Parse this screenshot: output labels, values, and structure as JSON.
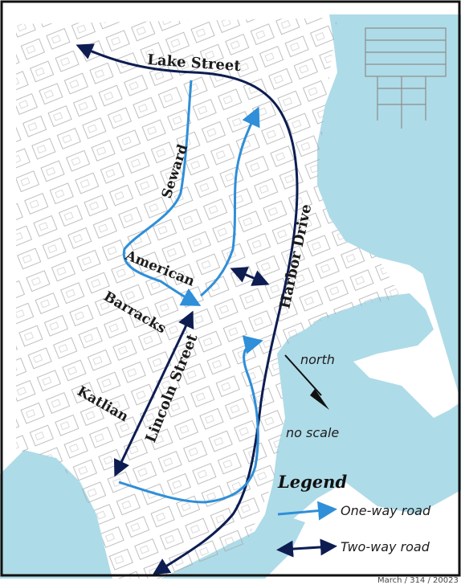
{
  "streets": {
    "lake": "Lake Street",
    "seward": "Seward",
    "american": "American",
    "barracks": "Barracks",
    "katlian": "Katlian",
    "lincoln": "Lincoln Street",
    "harbor": "Harbor Drive"
  },
  "compass": {
    "north": "north",
    "scale": "no scale"
  },
  "legend": {
    "title": "Legend",
    "one_way": "One-way road",
    "two_way": "Two-way road"
  },
  "credit": "March / 314 / 20023",
  "colors": {
    "water": "#aedbe8",
    "land": "#ffffff",
    "one_way": "#2f8fd8",
    "two_way": "#0d1d52",
    "buildings": "#9a9a9a"
  }
}
